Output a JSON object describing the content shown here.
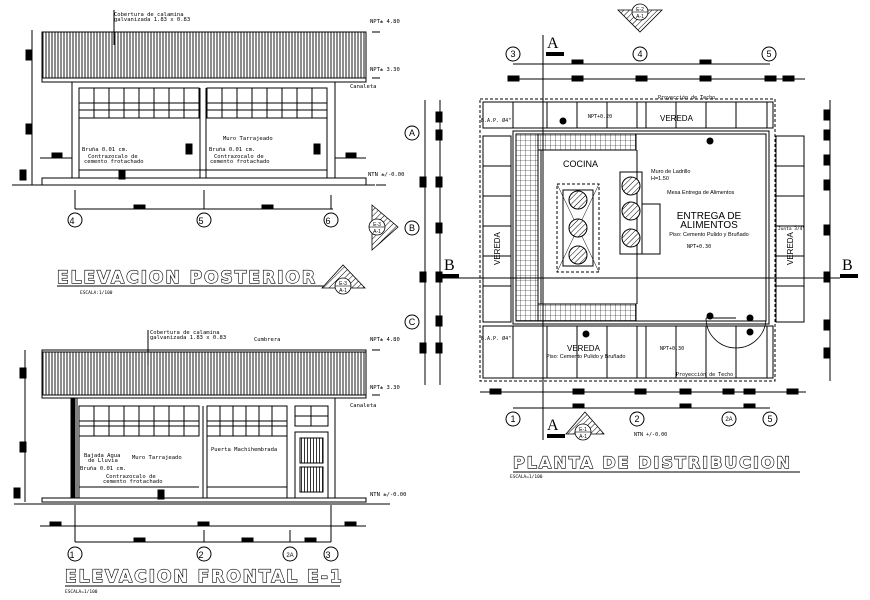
{
  "drawing": {
    "background": "#ffffff",
    "line_color": "#000000"
  },
  "elevacion_posterior": {
    "title": "ELEVACION POSTERIOR",
    "scale": "ESCALA:1/100",
    "callout_top": "E-3",
    "callout_bottom": "A-1",
    "roof_note_line1": "Cobertura de calamina",
    "roof_note_line2": "galvanizada 1.83 x 0.83",
    "level_top": "NPT± 4.80",
    "level_mid": "NPT± 3.30",
    "level_ground": "NTN ±/-0.00",
    "canaleta": "Canaleta",
    "muro_note": "Muro Tarrajeado",
    "bruna_left": "Bruña 0.01 cm.",
    "contra_left_1": "Contrazocalo de",
    "contra_left_2": "cemento frotachado",
    "bruna_right": "Bruña 0.01 cm.",
    "contra_right_1": "Contrazocalo de",
    "contra_right_2": "cemento frotachado",
    "axes": [
      "4",
      "5",
      "6"
    ]
  },
  "elevacion_frontal": {
    "title": "ELEVACION FRONTAL E-1",
    "scale": "ESCALA=1/100",
    "roof_note_line1": "Cobertura de calamina",
    "roof_note_line2": "galvanizada 1.83 x 0.83",
    "cumbrera": "Cumbrera",
    "level_top": "NPT± 4.80",
    "level_mid": "NPT± 3.30",
    "level_ground": "NTN ±/-0.00",
    "canaleta": "Canaleta",
    "bajada_1": "Bajada Agua",
    "bajada_2": "de Lluvia",
    "muro_note": "Muro Tarrajeado",
    "bruna": "Bruña 0.01 cm.",
    "contra_1": "Contrazocalo de",
    "contra_2": "cemento frotachado",
    "puerta": "Puerta Machihembrada",
    "axes": [
      "1",
      "2",
      "2A",
      "3"
    ]
  },
  "planta": {
    "title": "PLANTA DE DISTRIBUCION",
    "scale": "ESCALA=1/100",
    "callout_top_1": "E-2",
    "callout_top_2": "A-1",
    "callout_left_1": "E-3",
    "callout_left_2": "A-1",
    "callout_bottom_1": "E-1",
    "callout_bottom_2": "A-1",
    "section_a": "A",
    "section_b": "B",
    "axes_top": [
      "3",
      "4",
      "5"
    ],
    "axes_bottom": [
      "1",
      "2",
      "2A",
      "5"
    ],
    "axes_side": [
      "A",
      "B",
      "C"
    ],
    "proyeccion_top": "Proyección de Techo",
    "proyeccion_bottom": "Proyección de Techo",
    "bap_top": "B.A.P. Ø4\"",
    "bap_bottom": "B.A.P. Ø4\"",
    "npt_top": "NPT+0.20",
    "vereda_top": "VEREDA",
    "vereda_left": "VEREDA",
    "vereda_right": "VEREDA",
    "vereda_bottom": "VEREDA",
    "vereda_bottom_piso": "Piso: Cemento Pulido y Bruñado",
    "npt_bottom": "NPT+0.30",
    "cocina": "COCINA",
    "muro_ladrillo_1": "Muro de Ladrillo",
    "muro_ladrillo_2": "H=1.50",
    "mesa": "Mesa Entrega de Alimentos",
    "room_1": "ENTREGA DE",
    "room_2": "ALIMENTOS",
    "room_piso": "Piso: Cemento Pulido y Bruñado",
    "npt_room": "NPT+0.30",
    "right_note": "Junta 3/4\"",
    "ntn": "NTN +/-0.00"
  }
}
